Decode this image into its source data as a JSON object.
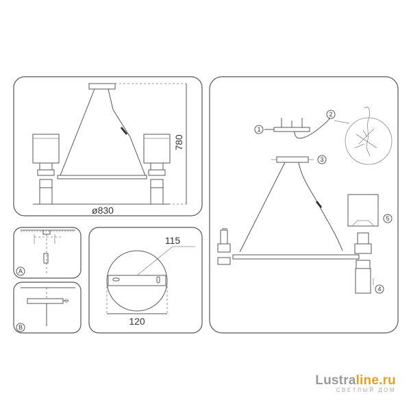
{
  "dimensions": {
    "height": "780",
    "diameter": "ø830",
    "bracket_width": "115",
    "canopy_diameter": "120"
  },
  "callouts": [
    "1",
    "2",
    "3",
    "4",
    "5",
    "A",
    "B"
  ],
  "watermark": {
    "brand_part1": "Lustra",
    "brand_part2": "line.ru",
    "subtitle": "СВЕТЛЫЙ ДОМ"
  }
}
